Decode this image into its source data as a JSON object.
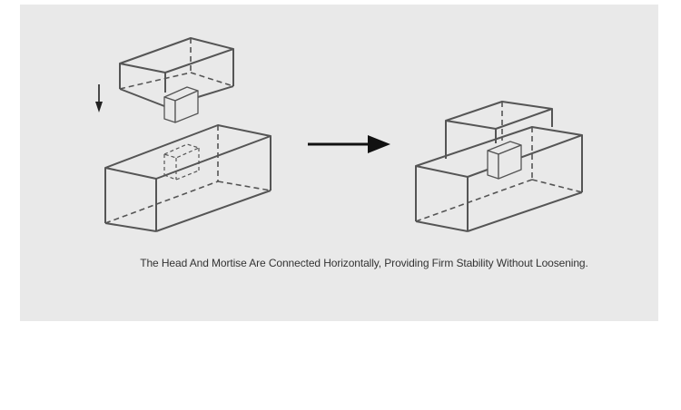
{
  "colors": {
    "background": "#ffffff",
    "panel": "#e9e9e9",
    "line": "#555555",
    "arrow": "#111111",
    "caption_text": "#333333"
  },
  "diagram": {
    "step_before": "tenon-above-mortise-before-joining",
    "step_after": "tenon-joined-into-mortise",
    "arrow": "right-arrow-icon",
    "drop_indicator": "down-arrow-icon"
  },
  "caption": "The Head And Mortise Are Connected Horizontally, Providing Firm Stability Without Loosening."
}
